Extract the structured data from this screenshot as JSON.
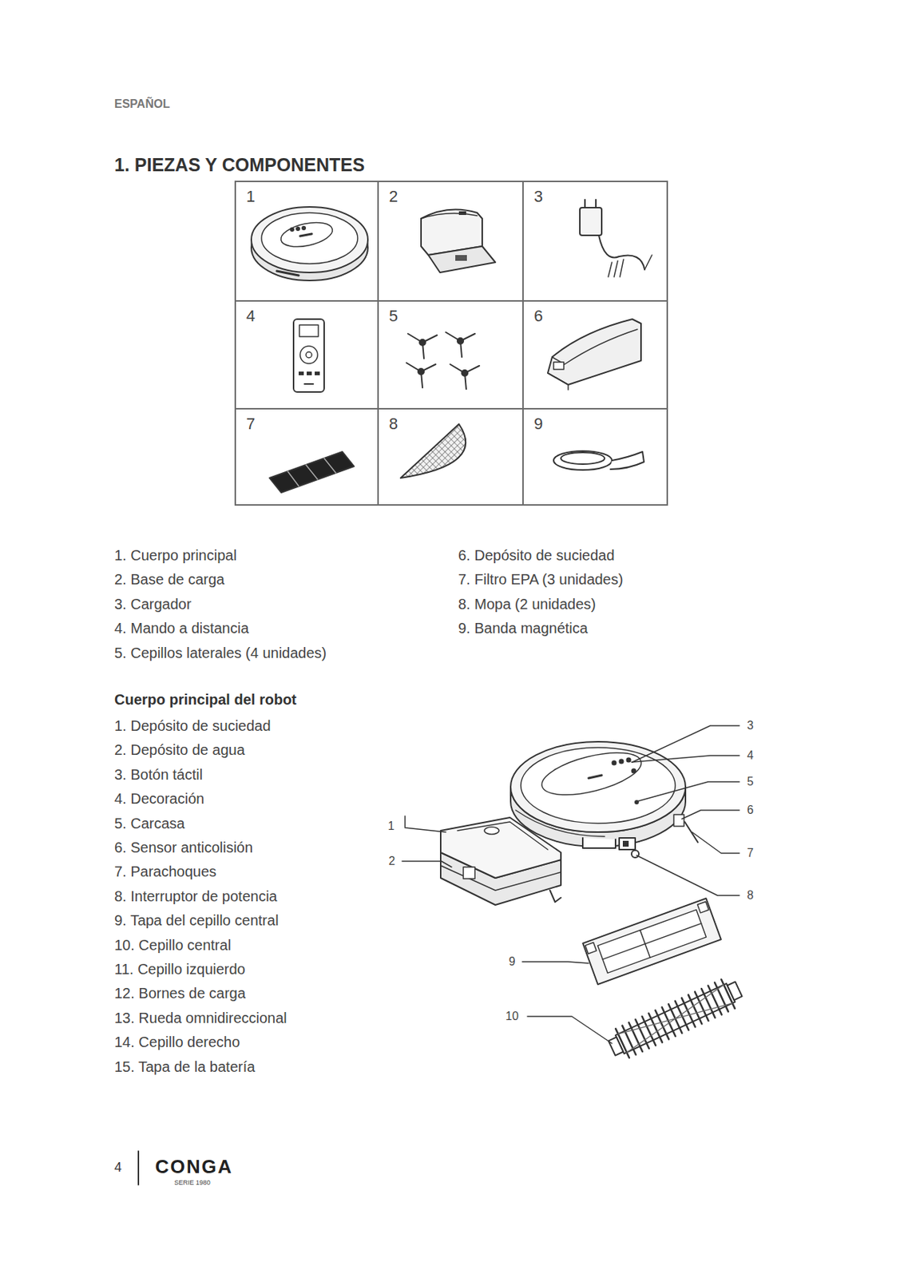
{
  "diagram": {
    "title": "1. PIEZAS Y COMPONENTES",
    "nodes": [
      {
        "text": [
          "1"
        ]
      },
      {
        "text": [
          "2"
        ]
      },
      {
        "text": [
          "3"
        ]
      },
      {
        "text": [
          "4"
        ]
      },
      {
        "text": [
          "5"
        ]
      },
      {
        "text": [
          "6"
        ]
      },
      {
        "text": [
          "7"
        ]
      },
      {
        "text": [
          "8"
        ]
      },
      {
        "text": [
          "9"
        ]
      }
    ],
    "labels": [
      "ESPAÑOL",
      "1. Cuerpo principal",
      "2. Base de carga",
      "3. Cargador",
      "4. Mando a distancia",
      "5. Cepillos laterales (4 unidades)",
      "6. Depósito de suciedad",
      "7. Filtro EPA (3 unidades)",
      "8. Mopa (2 unidades)",
      "9. Banda magnética",
      "Cuerpo principal del robot",
      "1. Depósito de suciedad",
      "2. Depósito de agua",
      "3. Botón táctil",
      "4. Decoración",
      "5. Carcasa",
      "6. Sensor anticolisión",
      "7. Parachoques",
      "8. Interruptor de potencia",
      "9. Tapa del cepillo central",
      "10. Cepillo central",
      "11. Cepillo izquierdo",
      "12. Bornes de carga",
      "13. Rueda omnidireccional",
      "14. Cepillo derecho",
      "15. Tapa de la batería",
      "3",
      "4",
      "5",
      "6",
      "1",
      "7",
      "2",
      "8",
      "9",
      "10",
      "4",
      "CONGA",
      "SERIE 1980"
    ]
  }
}
